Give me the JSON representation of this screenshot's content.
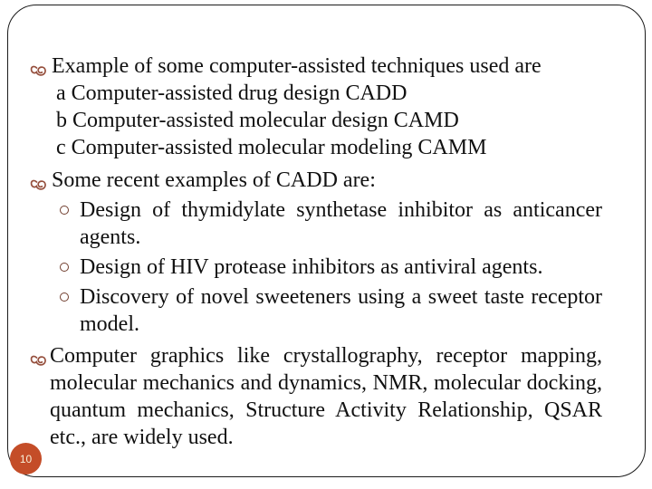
{
  "slide": {
    "paragraphs": [
      {
        "level": 1,
        "text": "Example of some computer-assisted techniques used are"
      },
      {
        "level": 0,
        "text": "a Computer-assisted drug design CADD"
      },
      {
        "level": 0,
        "text": "b Computer-assisted molecular design CAMD"
      },
      {
        "level": 0,
        "text": "c Computer-assisted molecular modeling CAMM"
      },
      {
        "level": 1,
        "text": "Some recent examples of CADD are:"
      },
      {
        "level": 2,
        "text": "Design of thymidylate synthetase inhibitor as anticancer agents."
      },
      {
        "level": 2,
        "text": "Design of HIV protease inhibitors as antiviral agents."
      },
      {
        "level": 2,
        "text": "Discovery of novel sweeteners using a sweet taste receptor model."
      },
      {
        "level": 1,
        "text": "Computer graphics like crystallography, receptor mapping, molecular mechanics and dynamics, NMR, molecular docking, quantum mechanics, Structure Activity Relationship, QSAR etc., are widely used."
      }
    ],
    "page_number": "10",
    "icons": {
      "level1_bullet": "ornament-scroll-icon",
      "level2_bullet": "circle-outline-icon"
    },
    "colors": {
      "ornament_bullet": "#96503E",
      "sub_bullet": "#713E2E",
      "page_circle": "#C44D28",
      "page_number_text": "#F7EFD8",
      "frame_border": "#1B1B1B",
      "body_text": "#111111"
    }
  }
}
